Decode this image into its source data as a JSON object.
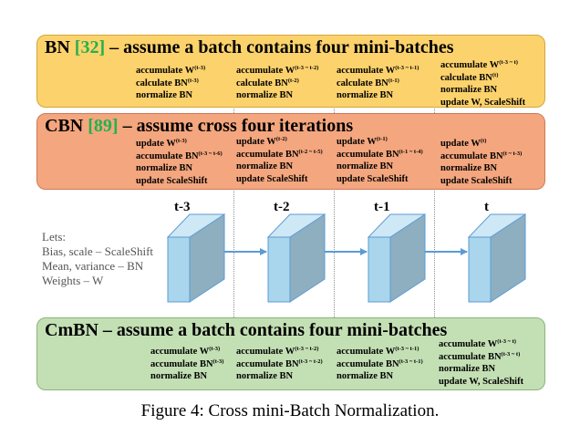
{
  "bn": {
    "title_prefix": "BN ",
    "ref": "[32]",
    "title_suffix": " – assume a batch contains four mini-batches",
    "cols": [
      [
        {
          "t": "accumulate W",
          "s": "(t-3)"
        },
        {
          "t": "calculate BN",
          "s": "(t-3)"
        },
        {
          "t": "normalize BN",
          "s": ""
        }
      ],
      [
        {
          "t": "accumulate W",
          "s": "(t-3 ~ t-2)"
        },
        {
          "t": "calculate BN",
          "s": "(t-2)"
        },
        {
          "t": "normalize BN",
          "s": ""
        }
      ],
      [
        {
          "t": "accumulate W",
          "s": "(t-3 ~ t-1)"
        },
        {
          "t": "calculate BN",
          "s": "(t-1)"
        },
        {
          "t": "normalize BN",
          "s": ""
        }
      ],
      [
        {
          "t": "accumulate W",
          "s": "(t-3 ~ t)"
        },
        {
          "t": "calculate BN",
          "s": "(t)"
        },
        {
          "t": "normalize BN",
          "s": ""
        },
        {
          "t": "update W, ScaleShift",
          "s": ""
        }
      ]
    ]
  },
  "cbn": {
    "title_prefix": "CBN ",
    "ref": "[89]",
    "title_suffix": " – assume cross four iterations",
    "cols": [
      [
        {
          "t": "update W",
          "s": "(t-3)"
        },
        {
          "t": "accumulate BN",
          "s": "(t-3 ~ t-6)"
        },
        {
          "t": "normalize BN",
          "s": ""
        },
        {
          "t": "update ScaleShift",
          "s": ""
        }
      ],
      [
        {
          "t": "update W",
          "s": "(t-2)"
        },
        {
          "t": "accumulate BN",
          "s": "(t-2 ~ t-5)"
        },
        {
          "t": "normalize BN",
          "s": ""
        },
        {
          "t": "update ScaleShift",
          "s": ""
        }
      ],
      [
        {
          "t": "update W",
          "s": "(t-1)"
        },
        {
          "t": "accumulate BN",
          "s": "(t-1 ~ t-4)"
        },
        {
          "t": "normalize BN",
          "s": ""
        },
        {
          "t": "update ScaleShift",
          "s": ""
        }
      ],
      [
        {
          "t": "update W",
          "s": "(t)"
        },
        {
          "t": "accumulate BN",
          "s": "(t ~ t-3)"
        },
        {
          "t": "normalize BN",
          "s": ""
        },
        {
          "t": "update ScaleShift",
          "s": ""
        }
      ]
    ]
  },
  "middle": {
    "lets": [
      "Lets:",
      "Bias, scale – ScaleShift",
      "Mean, variance – BN",
      "Weights – W"
    ],
    "time_labels": [
      "t-3",
      "t-2",
      "t-1",
      "t"
    ]
  },
  "cmbn": {
    "title": "CmBN – assume a batch contains four mini-batches",
    "cols": [
      [
        {
          "t": "accumulate W",
          "s": "(t-3)"
        },
        {
          "t": "accumulate BN",
          "s": "(t-3)"
        },
        {
          "t": "normalize BN",
          "s": ""
        }
      ],
      [
        {
          "t": "accumulate W",
          "s": "(t-3 ~ t-2)"
        },
        {
          "t": "accumulate BN",
          "s": "(t-3 ~ t-2)"
        },
        {
          "t": "normalize BN",
          "s": ""
        }
      ],
      [
        {
          "t": "accumulate W",
          "s": "(t-3 ~ t-1)"
        },
        {
          "t": "accumulate BN",
          "s": "(t-3 ~ t-1)"
        },
        {
          "t": "normalize BN",
          "s": ""
        }
      ],
      [
        {
          "t": "accumulate W",
          "s": "(t-3 ~ t)"
        },
        {
          "t": "accumulate BN",
          "s": "(t-3 ~ t)"
        },
        {
          "t": "normalize BN",
          "s": ""
        },
        {
          "t": "update W, ScaleShift",
          "s": ""
        }
      ]
    ]
  },
  "caption": "Figure 4: Cross mini-Batch Normalization.",
  "colors": {
    "bn_panel": "#fcd26c",
    "cbn_panel": "#f4a67e",
    "cmbn_panel": "#c3dfb4",
    "ref_green": "#22b14c",
    "block_front": "#a9d6ec",
    "block_side": "#8eafc0",
    "arrow": "#5b9bd5"
  }
}
